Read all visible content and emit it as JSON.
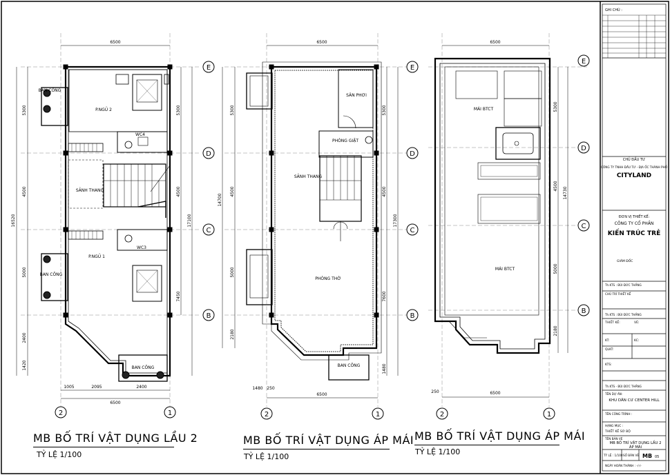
{
  "plans": [
    {
      "title": "MB BỐ TRÍ VẬT DỤNG LẦU 2",
      "scale": "TỶ LỆ 1/100",
      "rooms": [
        "BAN CÔNG",
        "P.NGỦ 2",
        "WC4",
        "SẢNH THANG",
        "WC3",
        "P.NGỦ 1",
        "BAN CÔNG",
        "BAN CÔNG"
      ],
      "dims_top": "6500",
      "dims_bottom": [
        "1005",
        "2095",
        "2400",
        "6500"
      ],
      "dims_left": [
        "5300",
        "4500",
        "5000",
        "2400",
        "1420",
        "16520"
      ],
      "dims_right": [
        "5300",
        "4500",
        "7450",
        "17100"
      ]
    },
    {
      "title": "MB BỐ TRÍ VẬT DỤNG ÁP MÁI",
      "scale": "TỶ LỆ 1/100",
      "rooms": [
        "SÂN PHƠI",
        "PHÒNG GIẶT",
        "SẢNH THANG",
        "PHÒNG THỜ",
        "BAN CÔNG"
      ],
      "dims_top": "6500",
      "dims_bottom": [
        "1480",
        "250",
        "6500"
      ],
      "dims_left": [
        "5300",
        "4500",
        "14700",
        "5000",
        "2180"
      ],
      "dims_right": [
        "5300",
        "4500",
        "7600",
        "17300",
        "1480"
      ]
    },
    {
      "title": "MB BỐ TRÍ VẬT DỤNG ÁP MÁI",
      "scale": "TỶ LỆ 1/100",
      "rooms": [
        "MÁI BTCT",
        "MÁI BTCT"
      ],
      "dims_top": "6500",
      "dims_bottom": [
        "250",
        "6500"
      ],
      "dims_right": [
        "5300",
        "4500",
        "5000",
        "14730",
        "2180"
      ]
    }
  ],
  "grid_letters": [
    "E",
    "D",
    "C",
    "B"
  ],
  "grid_numbers": [
    "2",
    "1"
  ],
  "title_block": {
    "notes_header": "GHI CHÚ :",
    "investor_header": "CHỦ ĐẦU TƯ",
    "investor_company": "CÔNG TY TNHH ĐẦU TƯ - ĐỊA ỐC THÀNH PHỐ",
    "investor_brand": "CITYLAND",
    "designer_header": "ĐƠN VỊ THIẾT KẾ:",
    "designer_company": "CÔNG TY CỔ PHẦN",
    "designer_brand": "KIẾN TRÚC TRẺ",
    "director": "GIÁM ĐỐC",
    "chief_architect": "Th.KTS : BÙI ĐỨC THẮNG",
    "chief_role": "CHỦ TRÌ THIẾT KẾ",
    "designer_name": "Th.KTS : BÙI ĐỨC THẮNG",
    "design_label": "THIẾT KẾ:",
    "design_value": "VẼ:",
    "kt": "KT:",
    "kc": "KC:",
    "qlkt": "QLKT:",
    "kts": "KTS:",
    "signer": "Th.KTS - BÙI ĐỨC THẮNG",
    "project_label": "TÊN DỰ ÁN:",
    "project_name": "KHU DÂN CƯ CENTER HILL",
    "work_label": "TÊN CÔNG TRÌNH :",
    "item_label": "HẠNG MỤC :",
    "item_value": "THIẾT KẾ SƠ BỘ",
    "drawing_label": "TÊN BẢN VẼ",
    "drawing_name": "MB BỐ TRÍ VẬT DỤNG LẦU 2",
    "drawing_name2": "ÁP MÁI",
    "scale_label": "TỶ LỆ : 1/100",
    "sheet_label": "SỐ BẢN VẼ",
    "sheet_code": "MB",
    "sheet_no": "05",
    "date_label": "NGÀY HOÀN THÀNH : -/-/-"
  }
}
